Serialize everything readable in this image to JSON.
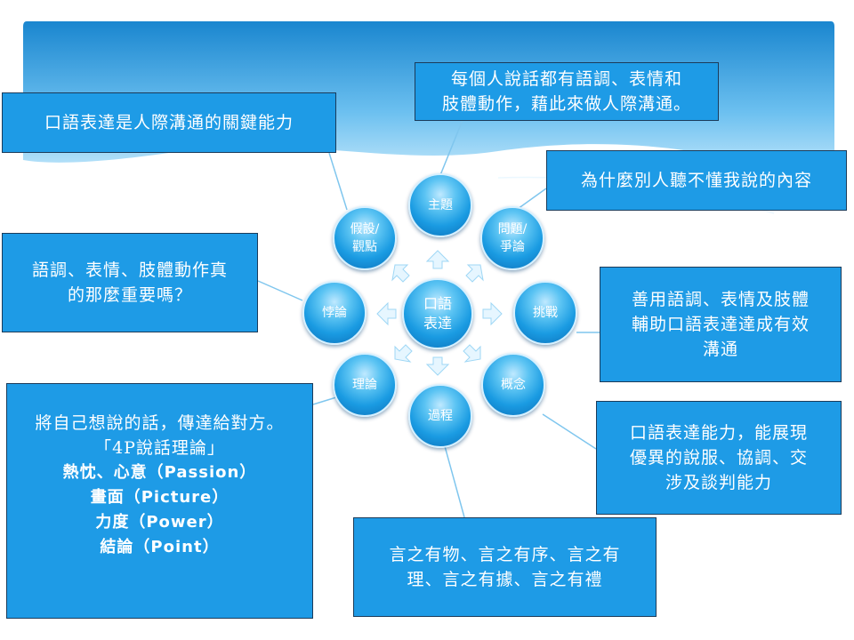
{
  "center": {
    "label": "口語\n表達"
  },
  "nodes": {
    "theme": "主題",
    "issue": "問題/\n爭論",
    "challenge": "挑戰",
    "concept": "概念",
    "process": "過程",
    "theory": "理論",
    "contradiction": "悖論",
    "hypothesis": "假設/\n觀點"
  },
  "boxes": {
    "key_ability": "口語表達是人際溝通的關鍵能力",
    "tone_expression": "每個人說話都有語調、表情和\n肢體動作，藉此來做人際溝通。",
    "why_not_understand": "為什麼別人聽不懂我說的內容",
    "really_important": "語調、表情、肢體動作真\n的那麼重要嗎？",
    "use_tone": "善用語調、表情及肢體\n輔助口語表達達成有效\n溝通",
    "ability_show": "口語表達能力，能展現\n優異的說服、協調、交\n涉及談判能力",
    "speech_content": "言之有物、言之有序、言之有\n理、言之有據、言之有禮"
  },
  "theory_box": {
    "line1": "將自己想說的話，傳達給對方。",
    "line2": "「4P說話理論」",
    "line3": "熱忱、心意（Passion）",
    "line4": "畫面（Picture）",
    "line5": "力度（Power）",
    "line6": "結論（Point）"
  },
  "colors": {
    "box_fill": "#1e9be6",
    "box_border": "#1b3b5a",
    "header_gradient_top": "#1a86cf",
    "header_gradient_bottom": "#bfe6fb"
  }
}
